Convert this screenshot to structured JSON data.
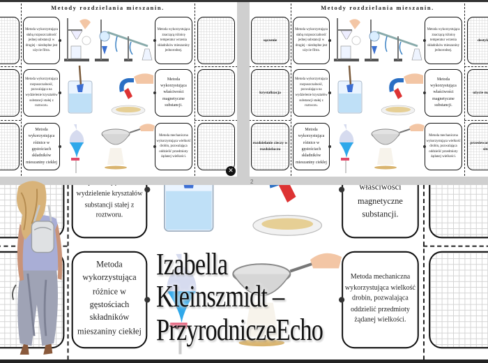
{
  "slide": {
    "title": "Metody rozdzielania mieszanin.",
    "left_cards": [
      "Metoda wykorzystująca słabą rozpuszczalność jednej substancji w drugiej - niezbędne jest użycie filtra.",
      "Metoda wykorzystująca rozpuszczalność, pozwalająca na wydzielenie kryształów substancji stałej z roztworu.",
      "Metoda wykorzystująca różnice w gęstościach składników mieszaniny ciekłej"
    ],
    "right_cards": [
      "Metoda wykorzystująca znaczącą różnicę temperatur wrzenia składników mieszaniny jednorodnej.",
      "Metoda wykorzystująca właściwości magnetyczne substancji.",
      "Metoda mechaniczna wykorzystująca wielkość drobin, pozwalająca oddzielić przedmioty żądanej wielkości."
    ],
    "left_labels": [
      "sączenie",
      "krystalizacja",
      "rozdzielanie cieczy w rozdzielaczu"
    ],
    "right_labels": [
      "destylacja",
      "użycie magnesu",
      "przesiewanie przez sito"
    ]
  },
  "viewer": {
    "page_number": "2",
    "close_icon": "x-icon"
  },
  "overlay": {
    "line1": "Izabella Kleinszmidt –",
    "line2": "PrzyrodniczeEcho"
  }
}
